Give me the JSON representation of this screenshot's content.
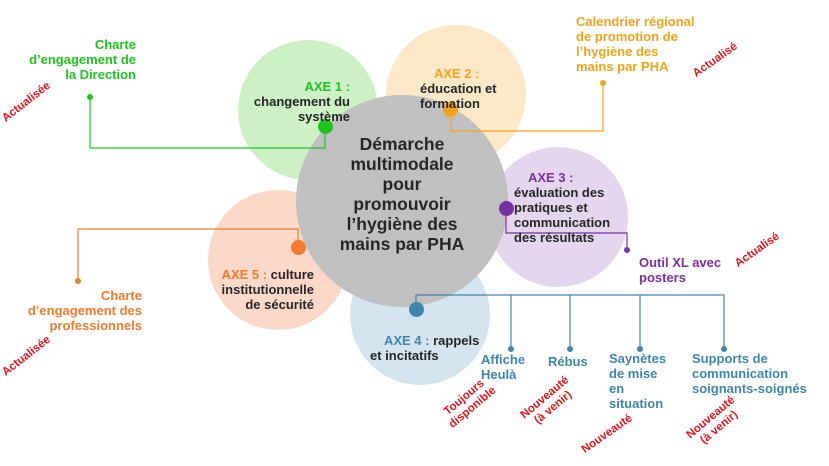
{
  "colors": {
    "green": "#1fc51f",
    "orange_axe2": "#f5a21b",
    "purple": "#7a30a0",
    "orange_axe5": "#f07a2e",
    "blue": "#3f86ad",
    "red": "#e8141c",
    "center": "#c0c0c0",
    "text": "#262626"
  },
  "center": {
    "text": "Démarche\nmultimodale\npour\npromouvoir\nl’hygiène des\nmains par PHA"
  },
  "axe1": {
    "label": "AXE 1 :",
    "text": "changement du\nsystème"
  },
  "axe2": {
    "label": "AXE 2 :",
    "text": "éducation et\nformation"
  },
  "axe3": {
    "label": "AXE 3 :",
    "text": "évaluation des\npratiques et\ncommunication\ndes résultats"
  },
  "axe4": {
    "label": "AXE 4 :",
    "text": "rappels\net incitatifs"
  },
  "axe5": {
    "label": "AXE 5 :",
    "text": "culture\ninstitutionnelle\nde sécurité"
  },
  "tools": {
    "charte_direction": "Charte\nd’engagement de\nla Direction",
    "calendrier": "Calendrier régional\nde promotion de\nl’hygiène des\nmains par PHA",
    "outil_xl": "Outil XL avec\nposters",
    "charte_pro": "Charte\nd’engagement des\nprofessionnels",
    "affiche": "Affiche\nHeulà",
    "rebus": "Rébus",
    "saynetes": "Saynètes\nde mise\nen\nsituation",
    "supports": "Supports de\ncommunication\nsoignants-soignés"
  },
  "status": {
    "direction": "Actualisée",
    "calendrier": "Actualisé",
    "outil_xl": "Actualisé",
    "charte_pro": "Actualisée",
    "affiche": "Toujours\ndisponible",
    "rebus": "Nouveauté\n(à venir)",
    "saynetes": "Nouveauté",
    "supports": "Nouveauté\n(à venir)"
  }
}
